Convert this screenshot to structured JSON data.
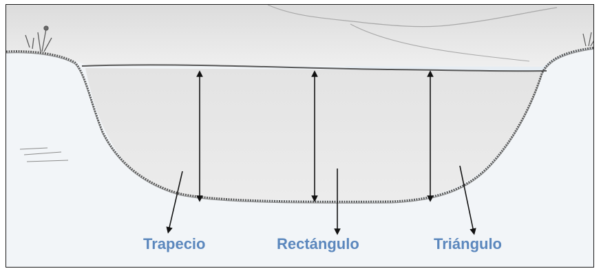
{
  "labels": {
    "trapecio": "Trapecio",
    "rectangulo": "Rectángulo",
    "triangulo": "Triángulo"
  },
  "colors": {
    "label": "#5b87bd",
    "water": "#dfe8ef",
    "bank": "#3a3a3a",
    "arrow": "#111111",
    "border": "#1a1a1a"
  }
}
